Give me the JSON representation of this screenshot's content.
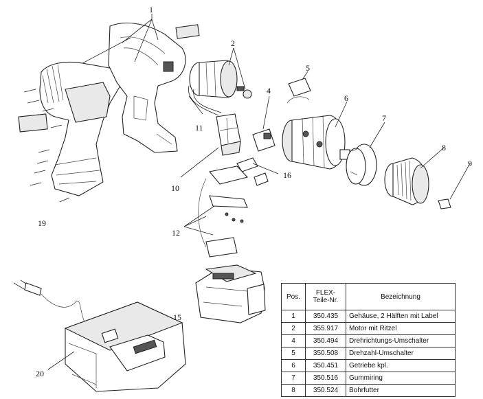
{
  "callouts": [
    "1",
    "2",
    "4",
    "5",
    "6",
    "7",
    "8",
    "9",
    "10",
    "11",
    "12",
    "15",
    "16",
    "19",
    "20"
  ],
  "table": {
    "headers": {
      "pos": "Pos.",
      "nr_line1": "FLEX-",
      "nr_line2": "Teile-Nr.",
      "bez": "Bezeichnung"
    },
    "rows": [
      {
        "pos": "1",
        "nr": "350.435",
        "bez": "Gehäuse, 2 Hälften mit Label"
      },
      {
        "pos": "2",
        "nr": "355.917",
        "bez": "Motor mit Ritzel"
      },
      {
        "pos": "4",
        "nr": "350.494",
        "bez": "Drehrichtungs-Umschalter"
      },
      {
        "pos": "5",
        "nr": "350.508",
        "bez": "Drehzahl-Umschalter"
      },
      {
        "pos": "6",
        "nr": "350.451",
        "bez": "Getriebe kpl."
      },
      {
        "pos": "7",
        "nr": "350.516",
        "bez": "Gummiring"
      },
      {
        "pos": "8",
        "nr": "350.524",
        "bez": "Bohrfutter"
      }
    ]
  }
}
